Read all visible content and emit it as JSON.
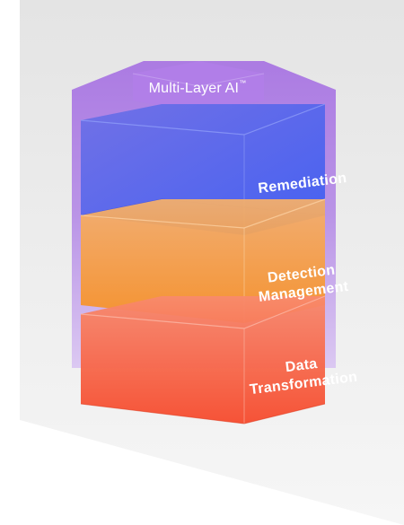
{
  "diagram": {
    "top_label": "Multi-Layer AI",
    "top_label_mark": "™",
    "layers": [
      {
        "line1": "Remediation",
        "line2": ""
      },
      {
        "line1": "Detection",
        "line2": "Management"
      },
      {
        "line1": "Data",
        "line2": "Transformation"
      }
    ]
  },
  "colors": {
    "background_panel": "#ededed",
    "container_purple": "#a977e3",
    "remediation_blue": "#4a5ff0",
    "detection_orange": "#f7a13c",
    "data_red": "#f8543c"
  }
}
